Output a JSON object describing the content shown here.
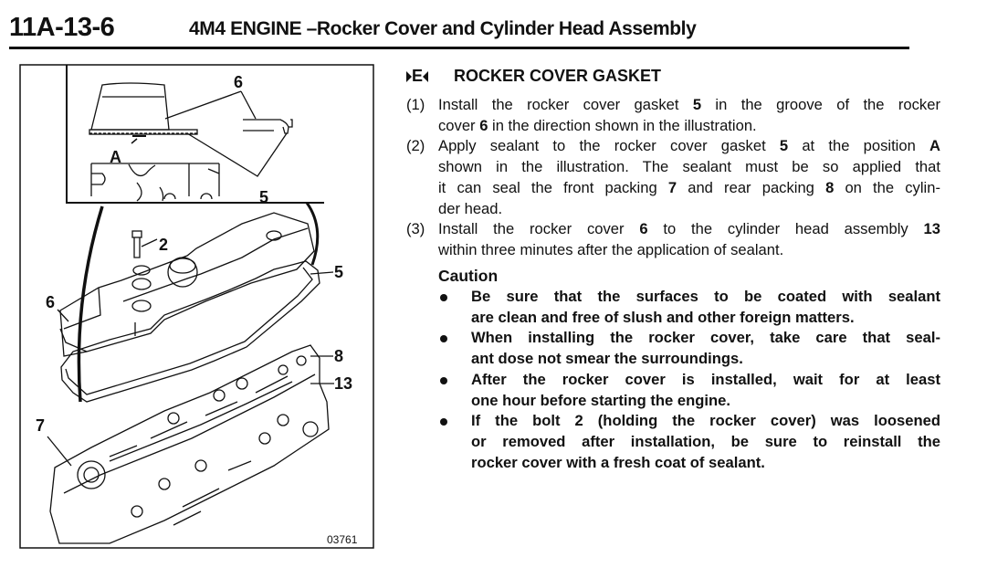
{
  "header": {
    "page_code": "11A-13-6",
    "title": "4M4 ENGINE –Rocker Cover and Cylinder Head Assembly"
  },
  "figure": {
    "inset_labels": {
      "six": "6",
      "a": "A",
      "five": "5"
    },
    "labels": {
      "two": "2",
      "five": "5",
      "six": "6",
      "eight": "8",
      "thirteen": "13",
      "seven": "7"
    },
    "figure_number": "03761"
  },
  "section": {
    "marker": "E",
    "title": "ROCKER COVER GASKET",
    "steps": [
      {
        "num": "(1)",
        "lines": [
          [
            {
              "t": "Install the rocker cover gasket "
            },
            {
              "t": "5",
              "b": true
            },
            {
              "t": " in the groove of the rocker"
            }
          ],
          [
            {
              "t": "cover "
            },
            {
              "t": "6",
              "b": true
            },
            {
              "t": " in the direction shown in the illustration."
            }
          ]
        ]
      },
      {
        "num": "(2)",
        "lines": [
          [
            {
              "t": "Apply sealant to the rocker cover gasket "
            },
            {
              "t": "5",
              "b": true
            },
            {
              "t": " at the position "
            },
            {
              "t": "A",
              "b": true
            }
          ],
          [
            {
              "t": "shown in the illustration. The sealant must be so applied that"
            }
          ],
          [
            {
              "t": "it can seal the front packing "
            },
            {
              "t": "7",
              "b": true
            },
            {
              "t": " and rear packing "
            },
            {
              "t": "8",
              "b": true
            },
            {
              "t": " on the cylin-"
            }
          ],
          [
            {
              "t": "der head."
            }
          ]
        ]
      },
      {
        "num": "(3)",
        "lines": [
          [
            {
              "t": "Install the rocker cover "
            },
            {
              "t": "6",
              "b": true
            },
            {
              "t": " to the cylinder head assembly "
            },
            {
              "t": "13",
              "b": true
            }
          ],
          [
            {
              "t": "within three minutes after the application of sealant."
            }
          ]
        ]
      }
    ],
    "caution_title": "Caution",
    "cautions": [
      [
        "Be sure that the surfaces to be coated with sealant",
        "are clean and free of slush and other foreign matters."
      ],
      [
        "When installing the rocker cover, take care that seal-",
        "ant dose not smear the surroundings."
      ],
      [
        "After the rocker cover is installed, wait for at least",
        "one hour before starting the engine."
      ],
      [
        "If the bolt 2 (holding the rocker cover) was loosened",
        "or removed after installation, be sure to reinstall the",
        "rocker cover with a fresh coat of sealant."
      ]
    ]
  }
}
